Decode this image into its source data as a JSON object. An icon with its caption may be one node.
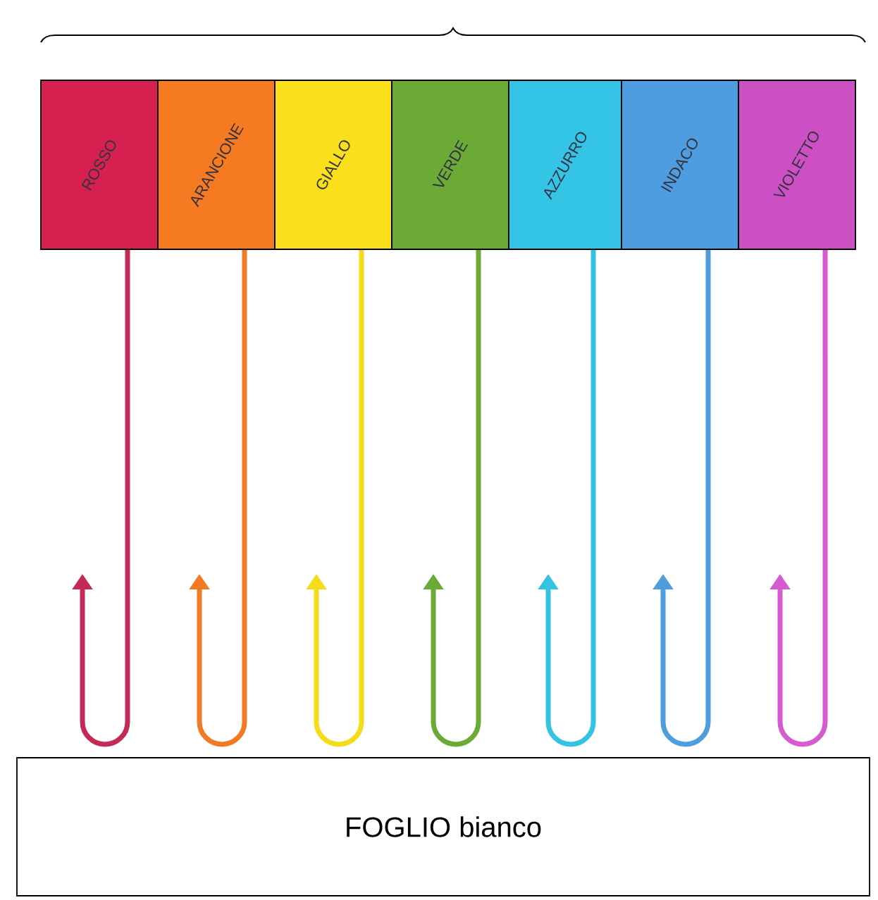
{
  "diagram": {
    "nodes": [
      {
        "text": [
          "ROSSO"
        ]
      },
      {
        "text": [
          "ARANCIONE"
        ]
      },
      {
        "text": [
          "GIALLO"
        ]
      },
      {
        "text": [
          "VERDE"
        ]
      },
      {
        "text": [
          "AZZURRO"
        ]
      },
      {
        "text": [
          "INDACO"
        ]
      },
      {
        "text": [
          "VIOLETTO"
        ]
      },
      {
        "text": [
          "FOGLIO bianco"
        ]
      }
    ],
    "edges": [
      {
        "from": 0,
        "to": null,
        "arrow": "to",
        "color": "#c42a55"
      },
      {
        "from": 1,
        "to": null,
        "arrow": "to",
        "color": "#f27a22"
      },
      {
        "from": 2,
        "to": null,
        "arrow": "to",
        "color": "#f5dc18"
      },
      {
        "from": 3,
        "to": null,
        "arrow": "to",
        "color": "#6aaa35"
      },
      {
        "from": 4,
        "to": null,
        "arrow": "to",
        "color": "#35c3e4"
      },
      {
        "from": 5,
        "to": null,
        "arrow": "to",
        "color": "#4f9ddd"
      },
      {
        "from": 6,
        "to": null,
        "arrow": "to",
        "color": "#d65ad0"
      }
    ]
  }
}
